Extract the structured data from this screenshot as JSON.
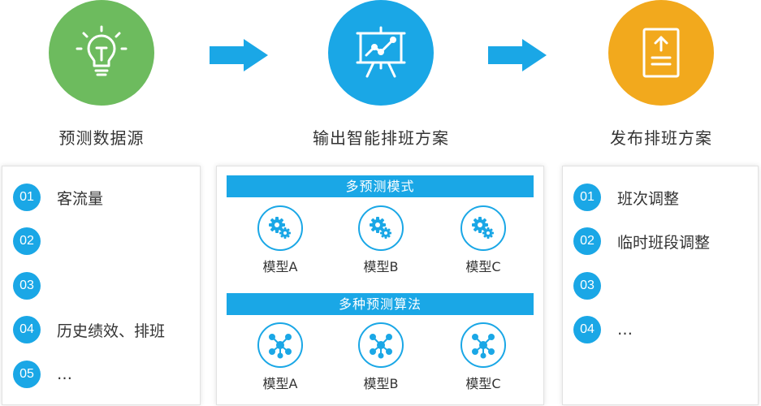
{
  "stages": [
    {
      "label": "预测数据源",
      "icon": "lightbulb-icon",
      "color": "#6dbb5e"
    },
    {
      "label": "输出智能排班方案",
      "icon": "presentation-chart-icon",
      "color": "#1aa7e6"
    },
    {
      "label": "发布排班方案",
      "icon": "upload-document-icon",
      "color": "#f2a91d"
    }
  ],
  "left_panel": {
    "items": [
      {
        "num": "01",
        "text": "客流量"
      },
      {
        "num": "02",
        "text": ""
      },
      {
        "num": "03",
        "text": ""
      },
      {
        "num": "04",
        "text": "历史绩效、排班"
      },
      {
        "num": "05",
        "text": "…"
      }
    ]
  },
  "middle_panel": {
    "section1": {
      "title": "多预测模式",
      "models": [
        {
          "label": "模型A",
          "icon": "gears-icon"
        },
        {
          "label": "模型B",
          "icon": "gears-icon"
        },
        {
          "label": "模型C",
          "icon": "gears-icon"
        }
      ]
    },
    "section2": {
      "title": "多种预测算法",
      "models": [
        {
          "label": "模型A",
          "icon": "network-icon"
        },
        {
          "label": "模型B",
          "icon": "network-icon"
        },
        {
          "label": "模型C",
          "icon": "network-icon"
        }
      ]
    }
  },
  "right_panel": {
    "items": [
      {
        "num": "01",
        "text": "班次调整"
      },
      {
        "num": "02",
        "text": "临时班段调整"
      },
      {
        "num": "03",
        "text": ""
      },
      {
        "num": "04",
        "text": "…"
      }
    ]
  },
  "colors": {
    "accent": "#1aa7e6",
    "green": "#6dbb5e",
    "orange": "#f2a91d"
  }
}
